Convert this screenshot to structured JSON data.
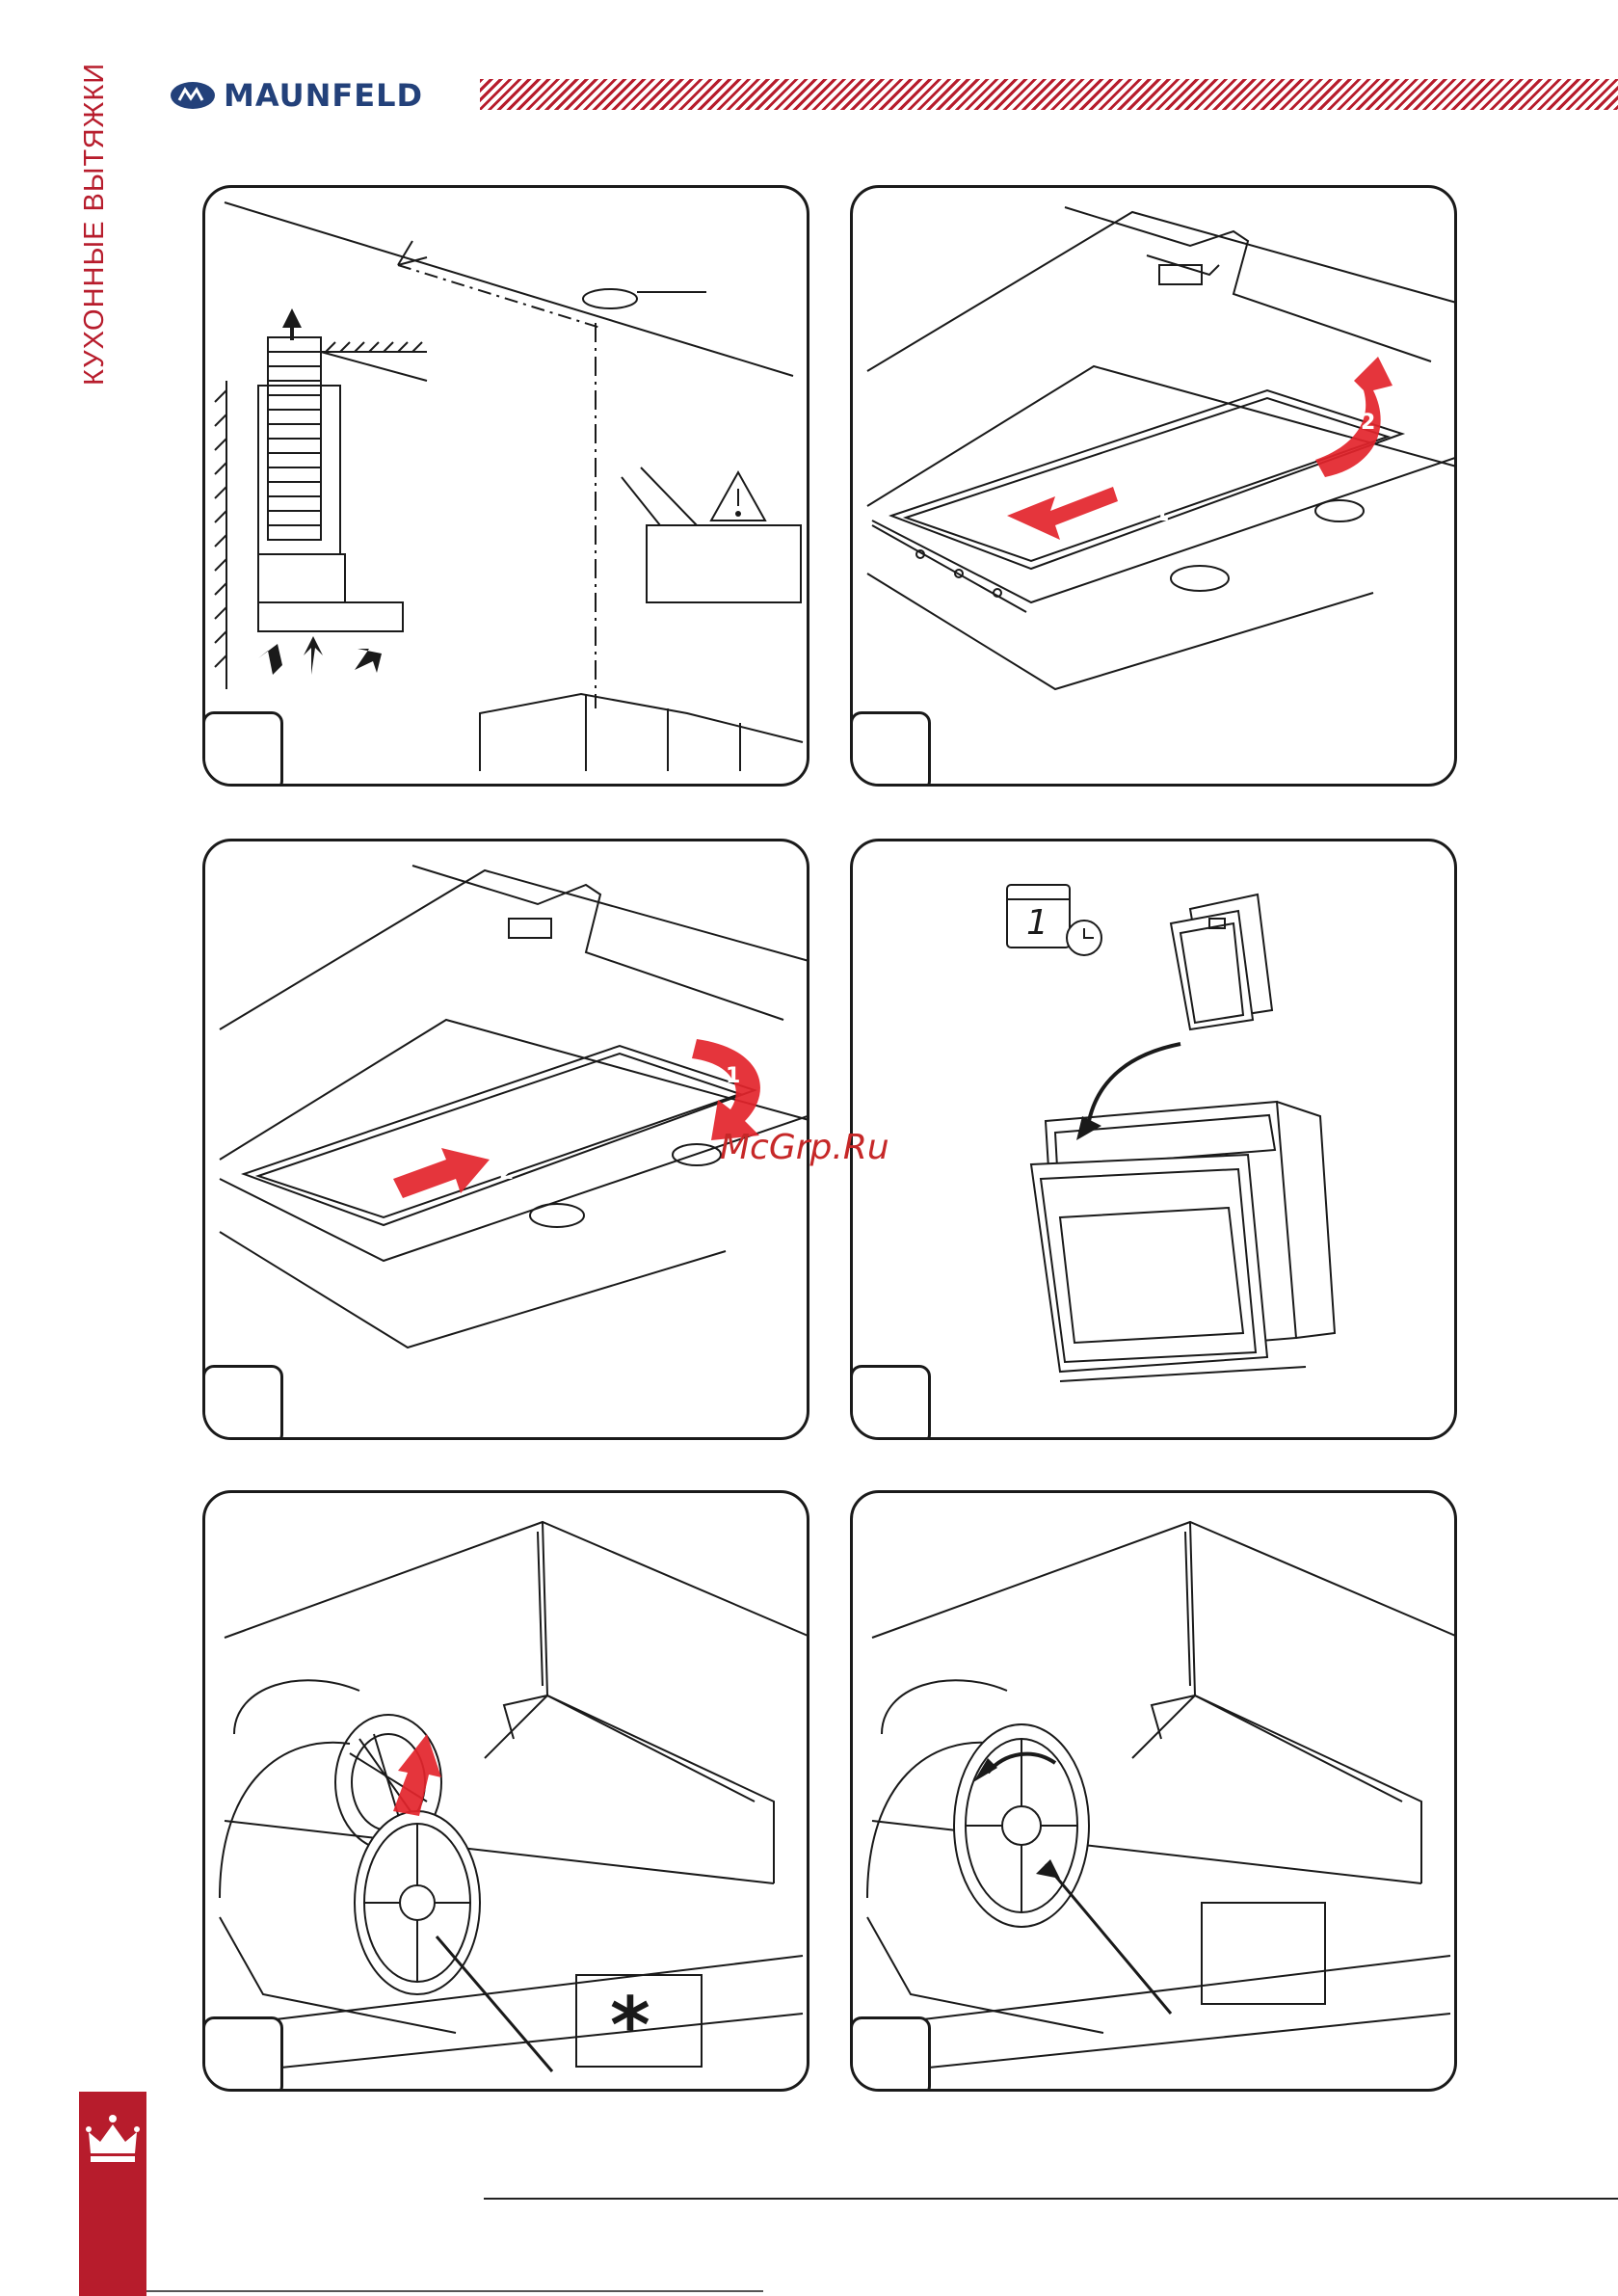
{
  "header": {
    "side_title": "КУХОННЫЕ ВЫТЯЖКИ",
    "brand": "MAUNFELD"
  },
  "watermark": "McGrp.Ru",
  "panels": [
    {
      "id": "install-diagram"
    },
    {
      "id": "filter-removal"
    },
    {
      "id": "filter-insertion"
    },
    {
      "id": "dishwasher-cleaning",
      "calendar_number": "1"
    },
    {
      "id": "carbon-filter-fit",
      "callout_symbol": "*"
    },
    {
      "id": "carbon-filter-rotate"
    }
  ],
  "colors": {
    "accent": "#b71c2c",
    "brand_blue": "#23417a",
    "arrow_red": "#e3242b",
    "line": "#1a1a1a"
  }
}
